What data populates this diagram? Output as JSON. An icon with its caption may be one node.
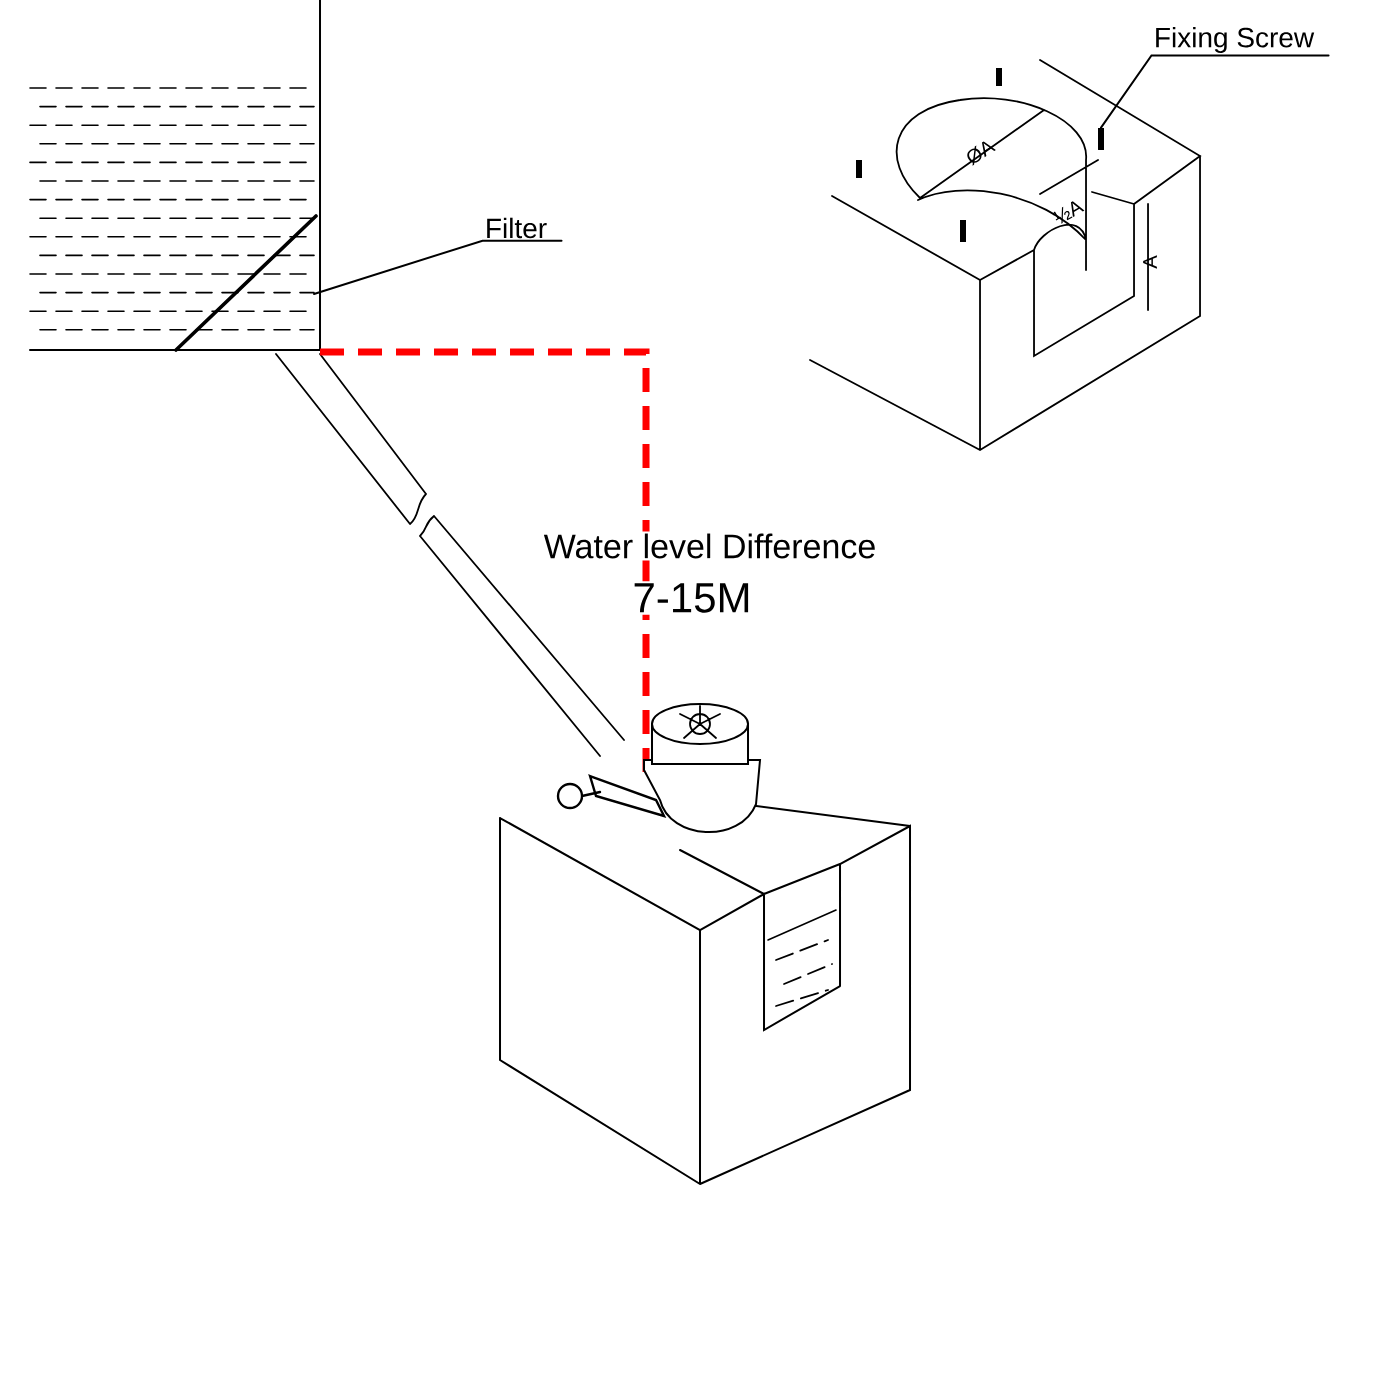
{
  "diagram": {
    "nodes": [
      {
        "text": [
          "Filter"
        ]
      },
      {
        "text": [
          "Fixing Screw"
        ]
      },
      {
        "text": [],
        "shape": "bar"
      },
      {
        "text": [],
        "shape": "bar"
      }
    ],
    "edges": [
      {
        "from": 0,
        "to": 2,
        "arrow": "none"
      },
      {
        "from": 1,
        "to": 3,
        "arrow": "none"
      }
    ],
    "labels": [
      "Water level Difference",
      "7-15M",
      "ØA",
      "½A",
      "A"
    ]
  }
}
